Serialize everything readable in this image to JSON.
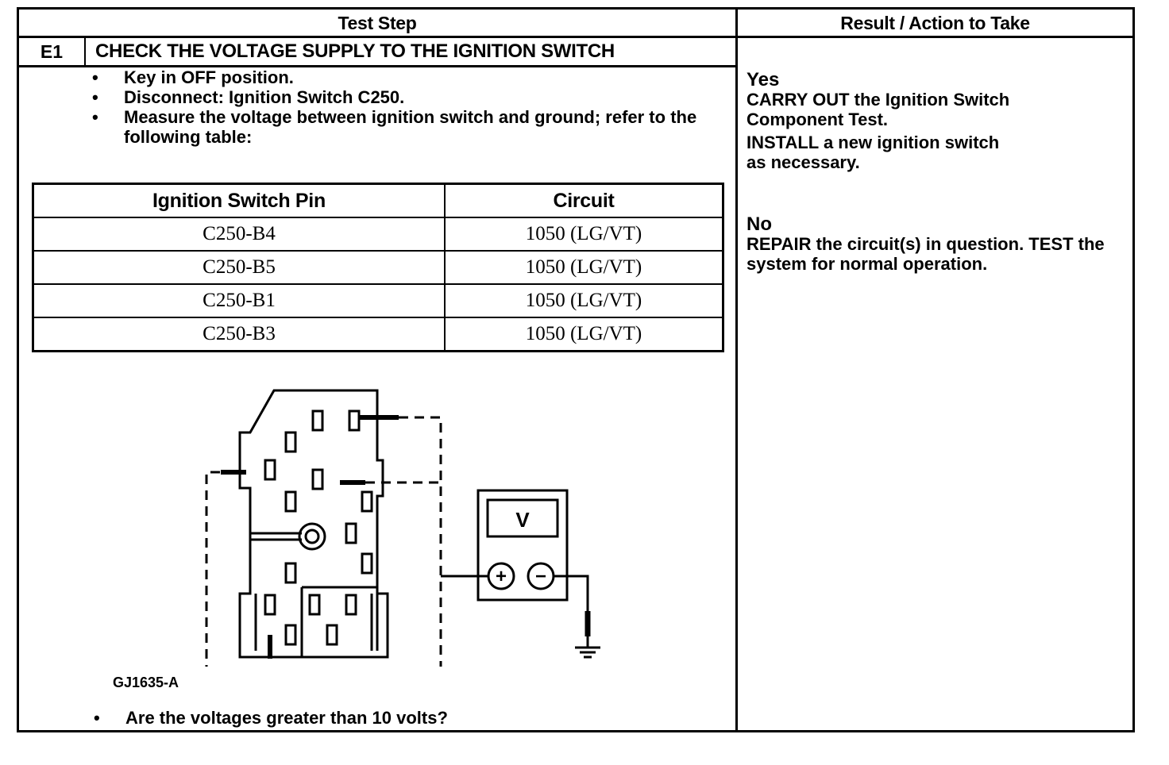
{
  "header": {
    "test_step": "Test Step",
    "result_action": "Result / Action to Take"
  },
  "step": {
    "id": "E1",
    "title": "CHECK THE VOLTAGE SUPPLY TO THE IGNITION SWITCH"
  },
  "instructions": [
    "Key in OFF position.",
    "Disconnect: Ignition Switch C250.",
    "Measure the voltage between ignition switch and ground; refer to the following table:"
  ],
  "pin_table": {
    "headers": [
      "Ignition Switch Pin",
      "Circuit"
    ],
    "rows": [
      [
        "C250-B4",
        "1050 (LG/VT)"
      ],
      [
        "C250-B5",
        "1050 (LG/VT)"
      ],
      [
        "C250-B1",
        "1050 (LG/VT)"
      ],
      [
        "C250-B3",
        "1050 (LG/VT)"
      ]
    ]
  },
  "figure": {
    "code": "GJ1635-A",
    "meter_symbol": "V",
    "plus_symbol": "+",
    "minus_symbol": "−",
    "icons": [
      "voltmeter-icon",
      "ground-icon",
      "connector-face-icon"
    ]
  },
  "question": "Are the voltages greater than 10 volts?",
  "results": {
    "yes": {
      "label": "Yes",
      "line1": "CARRY OUT the Ignition Switch Component Test.",
      "line2": "INSTALL a new ignition switch as necessary."
    },
    "no": {
      "label": "No",
      "line1": "REPAIR the circuit(s) in question. TEST the system for normal operation."
    }
  }
}
